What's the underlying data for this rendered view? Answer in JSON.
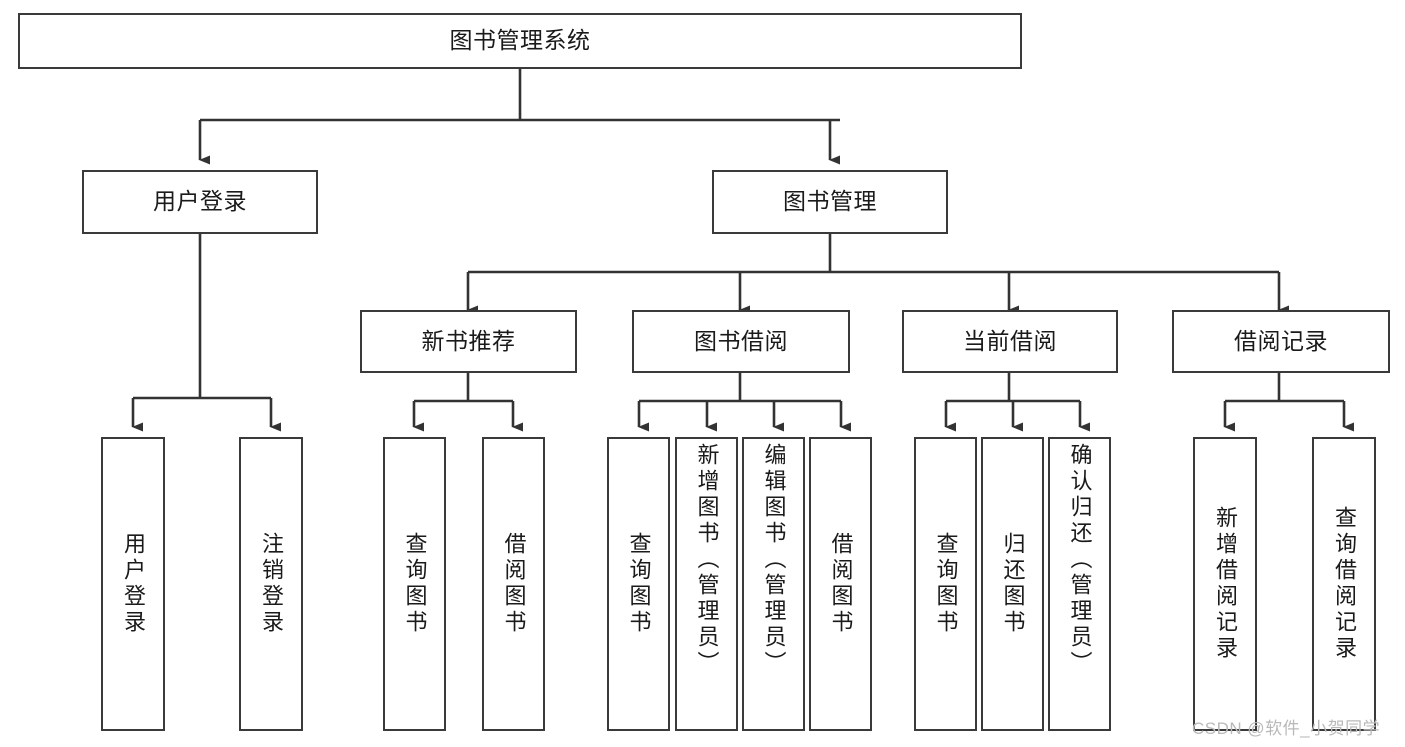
{
  "diagram": {
    "title": "图书管理系统",
    "type": "tree-hierarchy-diagram",
    "colors": {
      "background": "#ffffff",
      "box_border": "#3a3a3a",
      "connector": "#333333",
      "text": "#1a1a1a",
      "watermark": "#b9b9b9"
    },
    "root": {
      "label": "图书管理系统"
    },
    "level2": [
      {
        "id": "user-login",
        "label": "用户登录"
      },
      {
        "id": "book-management",
        "label": "图书管理"
      }
    ],
    "level3": [
      {
        "id": "new-book-recommend",
        "label": "新书推荐"
      },
      {
        "id": "book-borrow",
        "label": "图书借阅"
      },
      {
        "id": "current-borrow",
        "label": "当前借阅"
      },
      {
        "id": "borrow-record",
        "label": "借阅记录"
      }
    ],
    "leaves": {
      "user-login": [
        {
          "id": "leaf-user-login",
          "label": "用户登录"
        },
        {
          "id": "leaf-logout-login",
          "label": "注销登录"
        }
      ],
      "new-book-recommend": [
        {
          "id": "leaf-query-book-1",
          "label": "查询图书"
        },
        {
          "id": "leaf-borrow-book-1",
          "label": "借阅图书"
        }
      ],
      "book-borrow": [
        {
          "id": "leaf-query-book-2",
          "label": "查询图书"
        },
        {
          "id": "leaf-add-book-admin",
          "label": "新增图书（管理员）"
        },
        {
          "id": "leaf-edit-book-admin",
          "label": "编辑图书（管理员）"
        },
        {
          "id": "leaf-borrow-book-2",
          "label": "借阅图书"
        }
      ],
      "current-borrow": [
        {
          "id": "leaf-query-book-3",
          "label": "查询图书"
        },
        {
          "id": "leaf-return-book",
          "label": "归还图书"
        },
        {
          "id": "leaf-confirm-return-admin",
          "label": "确认归还（管理员）"
        }
      ],
      "borrow-record": [
        {
          "id": "leaf-add-borrow-record",
          "label": "新增借阅记录"
        },
        {
          "id": "leaf-query-borrow-record",
          "label": "查询借阅记录"
        }
      ]
    },
    "watermark": "CSDN @软件_小贺同学"
  }
}
